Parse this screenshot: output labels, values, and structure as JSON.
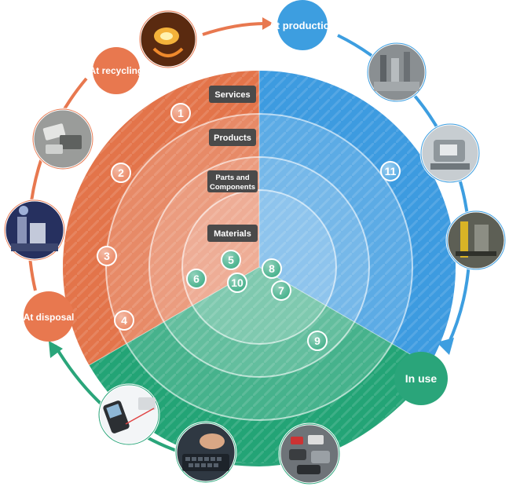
{
  "stages": {
    "production": "At production",
    "recycling": "At recycling",
    "disposal": "At disposal",
    "in_use": "In use"
  },
  "ring_labels": {
    "services": "Services",
    "products": "Products",
    "parts_line1": "Parts and",
    "parts_line2": "Components",
    "materials": "Materials"
  },
  "numbers": {
    "n1": "1",
    "n2": "2",
    "n3": "3",
    "n4": "4",
    "n5": "5",
    "n6": "6",
    "n7": "7",
    "n8": "8",
    "n9": "9",
    "n10": "10",
    "n11": "11"
  },
  "photos": {
    "molten-metal": "molten-metal-icon",
    "factory": "factory-icon",
    "machinery": "machinery-icon",
    "assembly-line": "assembly-line-icon",
    "traffic": "traffic-icon",
    "keyboard": "keyboard-icon",
    "mobile-phone": "mobile-phone-icon",
    "incinerator": "incinerator-icon",
    "electronic-waste": "electronic-waste-icon"
  },
  "colors": {
    "orange": "#e8784f",
    "blue": "#3d9ee0",
    "green": "#2aa57a"
  }
}
